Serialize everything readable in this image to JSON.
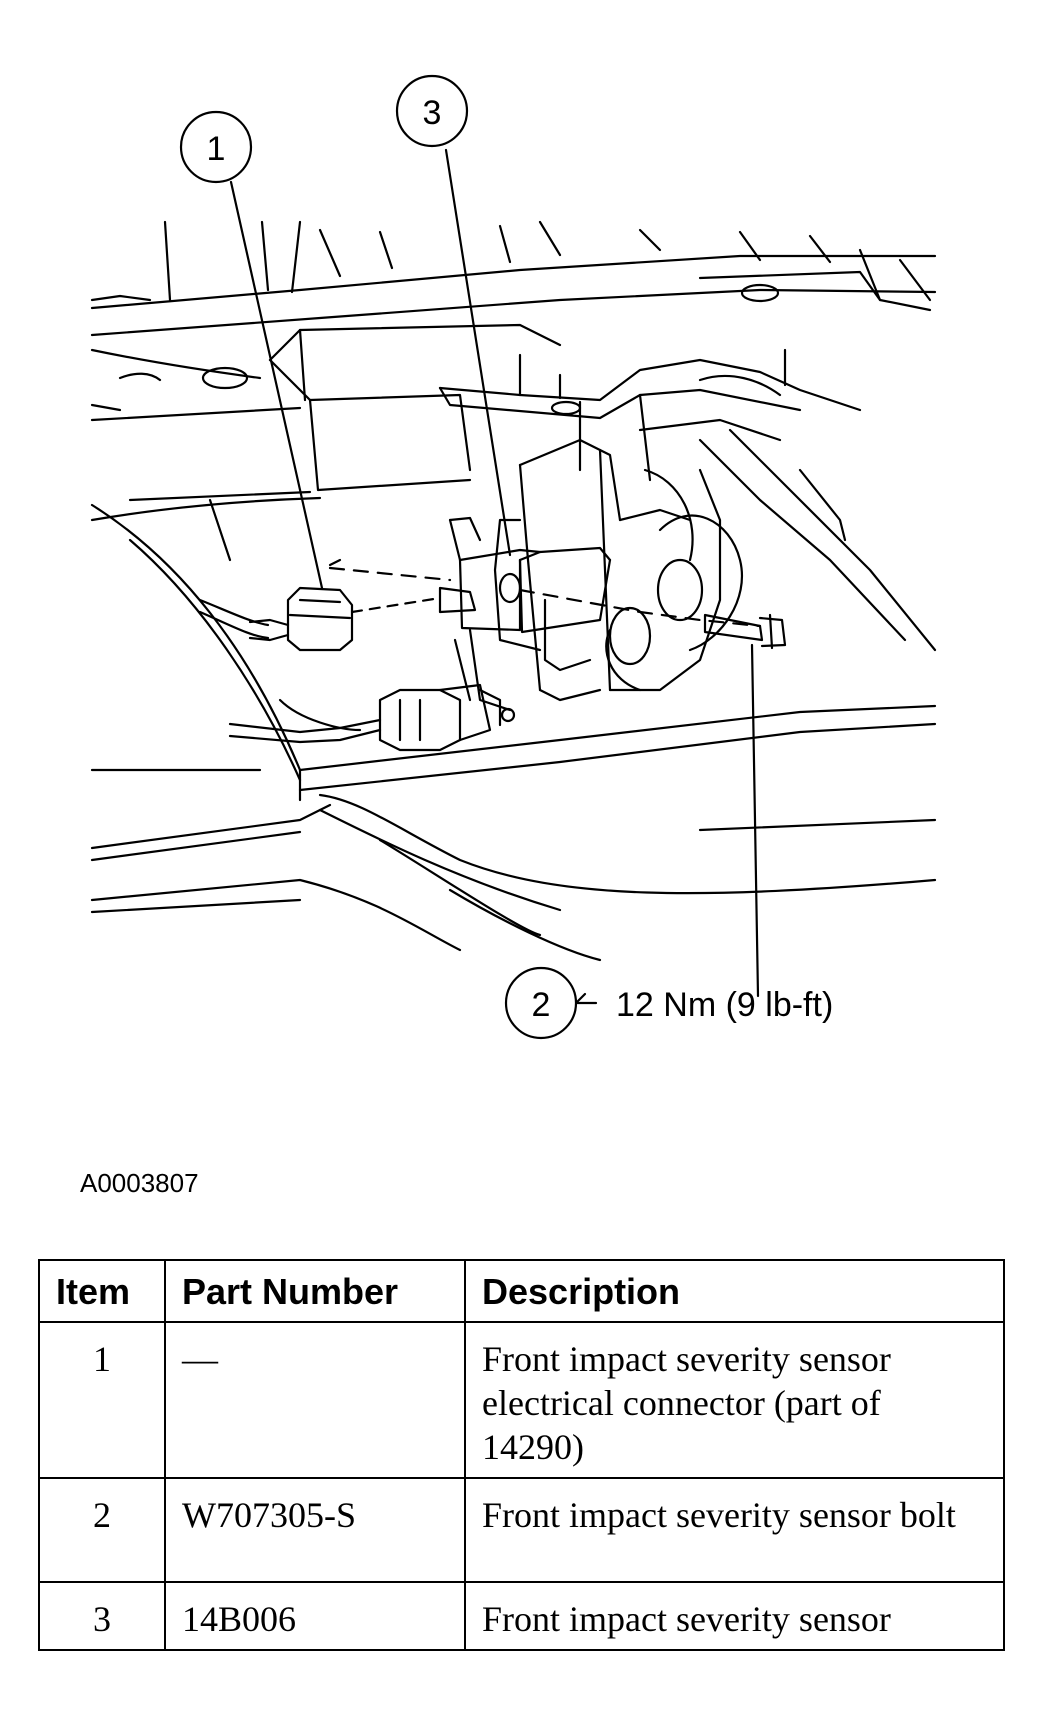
{
  "figure": {
    "callouts": [
      {
        "number": "1"
      },
      {
        "number": "3"
      },
      {
        "number": "2",
        "spec": "12 Nm (9 lb-ft)"
      }
    ],
    "figure_id": "A0003807"
  },
  "parts_table": {
    "headers": {
      "item": "Item",
      "part_number": "Part Number",
      "description": "Description"
    },
    "rows": [
      {
        "item": "1",
        "part_number": "—",
        "description": "Front impact severity sensor electrical connector (part of 14290)"
      },
      {
        "item": "2",
        "part_number": "W707305-S",
        "description": "Front impact severity sensor bolt"
      },
      {
        "item": "3",
        "part_number": "14B006",
        "description": "Front impact severity sensor"
      }
    ]
  }
}
